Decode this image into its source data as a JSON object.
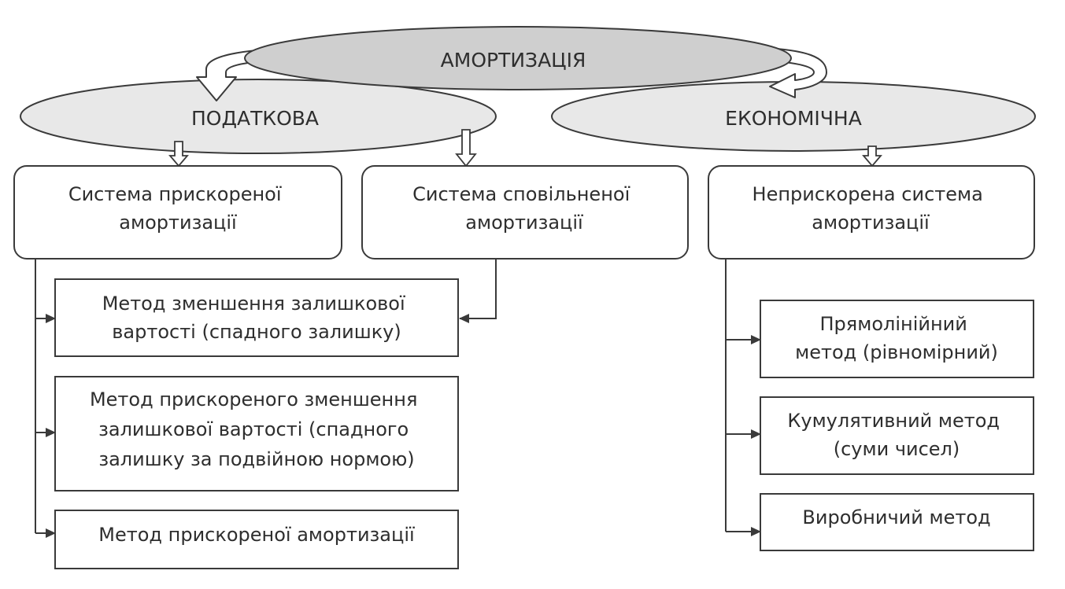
{
  "colors": {
    "main_ellipse_fill": "#cfcfcf",
    "sub_ellipse_fill": "#e8e8e8",
    "stroke": "#3a3a3a",
    "text": "#2e2e2e"
  },
  "root": {
    "label": "АМОРТИЗАЦІЯ"
  },
  "branches": {
    "tax": {
      "label": "ПОДАТКОВА"
    },
    "economic": {
      "label": "ЕКОНОМІЧНА"
    }
  },
  "systems": {
    "accelerated": {
      "line1": "Система прискореної",
      "line2": "амортизації"
    },
    "decelerated": {
      "line1": "Система сповільненої",
      "line2": "амортизації"
    },
    "non_accelerated": {
      "line1": "Неприскорена система",
      "line2": "амортизації"
    }
  },
  "methods": {
    "residual_reduction": {
      "line1": "Метод зменшення залишкової",
      "line2": "вартості (спадного залишку)"
    },
    "accelerated_residual_reduction": {
      "line1": "Метод прискореного зменшення",
      "line2": "залишкової вартості (спадного",
      "line3": "залишку за подвійною нормою)"
    },
    "accelerated_amortization": {
      "line1": "Метод прискореної амортизації"
    },
    "straight_line": {
      "line1": "Прямолінійний",
      "line2": "метод (рівномірний)"
    },
    "cumulative": {
      "line1": "Кумулятивний метод",
      "line2": "(суми чисел)"
    },
    "production": {
      "line1": "Виробничий метод"
    }
  }
}
